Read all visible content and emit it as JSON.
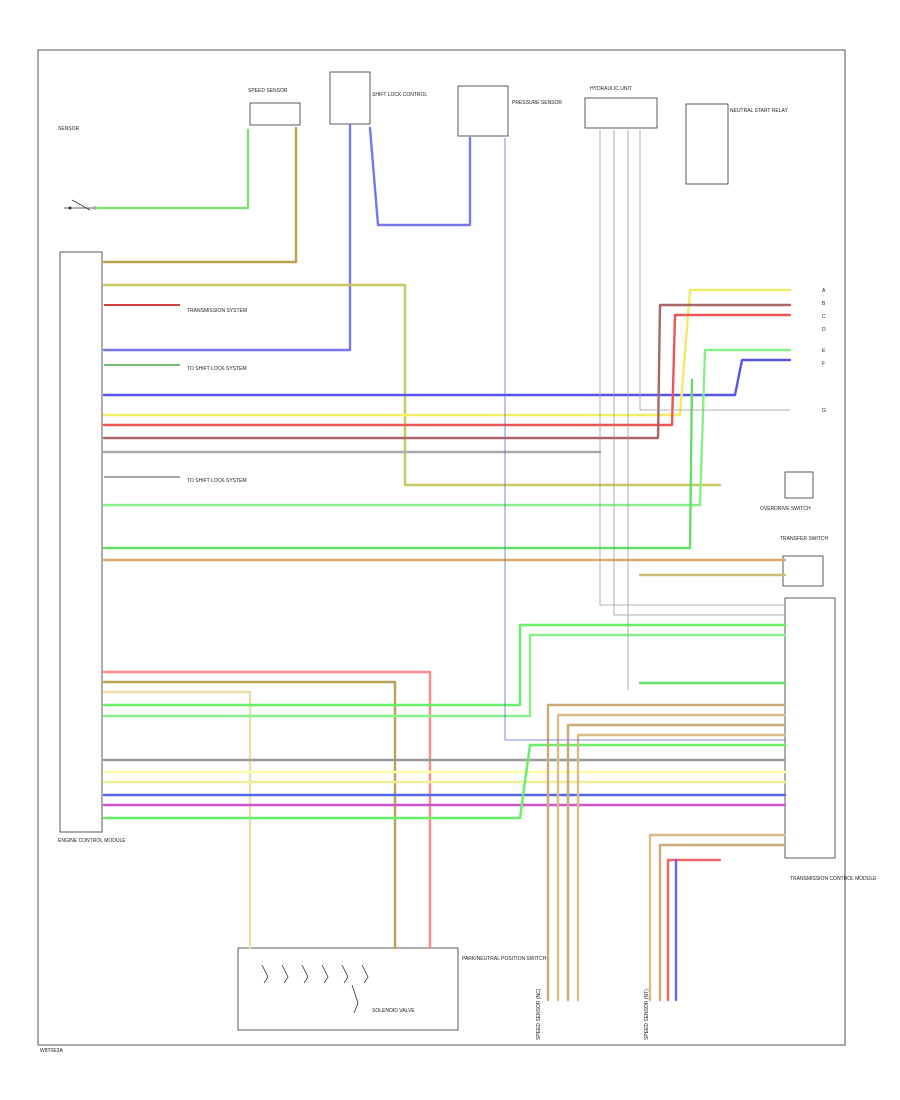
{
  "diagram": {
    "footer_code": "W8T0E3A",
    "components": {
      "ecm": "ENGINE CONTROL MODULE",
      "pressure_sensor": "PRESSURE SENSOR",
      "sensor_left": "SENSOR",
      "shift_lock_control": "SHIFT LOCK CONTROL",
      "speed_sensor": "SPEED SENSOR",
      "hydraulic_unit": "HYDRAULIC UNIT",
      "pnp_switch": "PARK/NEUTRAL POSITION SWITCH",
      "transfer_switch": "TRANSFER SWITCH",
      "overdrive_switch": "OVERDRIVE SWITCH",
      "tcm": "TRANSMISSION CONTROL MODULE",
      "speed_sensor_nc": "SPEED SENSOR (NC)",
      "speed_sensor_nt": "SPEED SENSOR (NT)",
      "solenoid_valve": "SOLENOID VALVE",
      "neutral_start": "NEUTRAL START RELAY"
    },
    "side_labels": {
      "trans_diag": "TRANSMISSION SYSTEM",
      "to_shift_lock": "TO SHIFT LOCK SYSTEM",
      "to_shift_lock2": "TO SHIFT LOCK SYSTEM"
    },
    "connector_refs": [
      "A",
      "B",
      "C",
      "D",
      "E",
      "F",
      "G"
    ]
  }
}
